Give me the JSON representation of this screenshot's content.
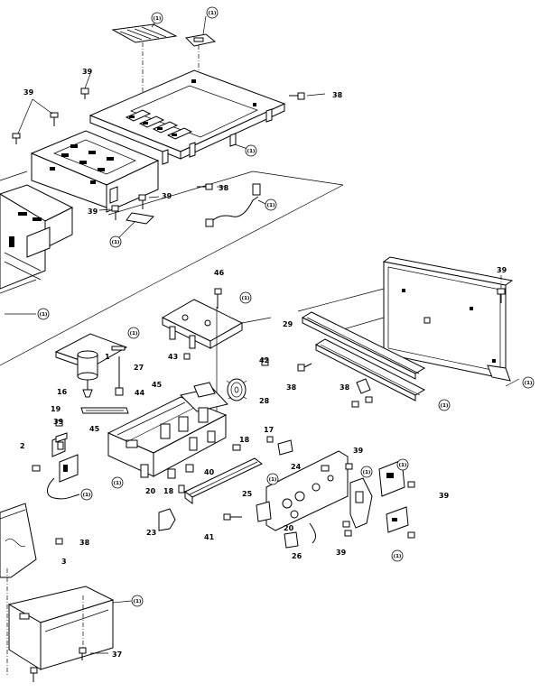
{
  "callouts": [
    {
      "id": "c1",
      "text": "39"
    },
    {
      "id": "c2",
      "text": "39"
    },
    {
      "id": "c3",
      "text": "38"
    },
    {
      "id": "c4",
      "text": "39"
    },
    {
      "id": "c5",
      "text": "38"
    },
    {
      "id": "c6",
      "text": "39"
    },
    {
      "id": "c7",
      "text": "46"
    },
    {
      "id": "c8",
      "text": "29"
    },
    {
      "id": "c9",
      "text": "39"
    },
    {
      "id": "c10",
      "text": "43"
    },
    {
      "id": "c11",
      "text": "42"
    },
    {
      "id": "c12",
      "text": "1"
    },
    {
      "id": "c13",
      "text": "27"
    },
    {
      "id": "c14",
      "text": "44"
    },
    {
      "id": "c15",
      "text": "45"
    },
    {
      "id": "c16",
      "text": "16"
    },
    {
      "id": "c17",
      "text": "28"
    },
    {
      "id": "c18",
      "text": "38"
    },
    {
      "id": "c19",
      "text": "38"
    },
    {
      "id": "c20",
      "text": "19"
    },
    {
      "id": "c21",
      "text": "39"
    },
    {
      "id": "c22",
      "text": "45"
    },
    {
      "id": "c23",
      "text": "2"
    },
    {
      "id": "c24",
      "text": "18"
    },
    {
      "id": "c25",
      "text": "17"
    },
    {
      "id": "c26",
      "text": "24"
    },
    {
      "id": "c27",
      "text": "39"
    },
    {
      "id": "c28",
      "text": "40"
    },
    {
      "id": "c29",
      "text": "20"
    },
    {
      "id": "c30",
      "text": "18"
    },
    {
      "id": "c31",
      "text": "25"
    },
    {
      "id": "c32",
      "text": "39"
    },
    {
      "id": "c33",
      "text": "23"
    },
    {
      "id": "c34",
      "text": "41"
    },
    {
      "id": "c35",
      "text": "20"
    },
    {
      "id": "c36",
      "text": "26"
    },
    {
      "id": "c37",
      "text": "39"
    },
    {
      "id": "c38",
      "text": "38"
    },
    {
      "id": "c39",
      "text": "3"
    },
    {
      "id": "c40",
      "text": "37"
    }
  ]
}
